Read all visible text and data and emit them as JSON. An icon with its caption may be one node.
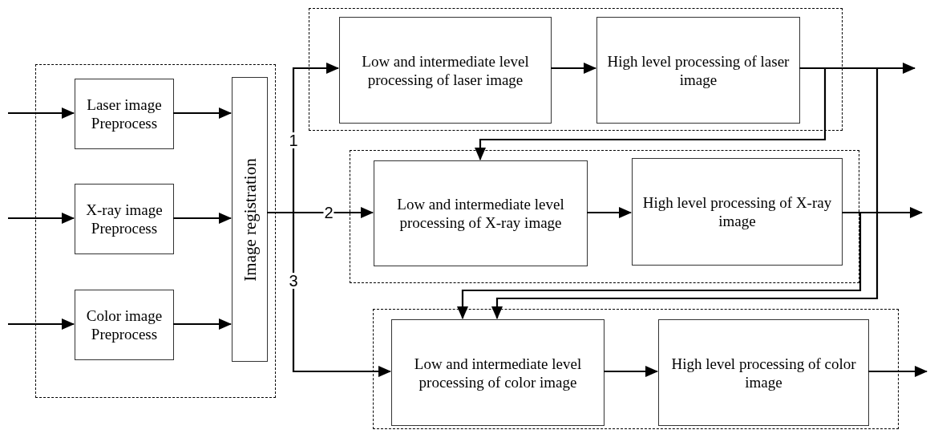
{
  "diagram": {
    "nodes": [
      {
        "text": [],
        "shape": "box"
      },
      {
        "text": [
          "Laser image Preprocess"
        ],
        "in": 0
      },
      {
        "text": [
          "X-ray image Preprocess"
        ],
        "in": 0
      },
      {
        "text": [
          "Color image Preprocess"
        ],
        "in": 0
      },
      {
        "text": [
          "Image registration"
        ],
        "in": 0
      },
      {
        "text": [],
        "shape": "box"
      },
      {
        "text": [
          "Low and intermediate level processing of laser image"
        ],
        "in": 5
      },
      {
        "text": [
          "High level processing of laser image"
        ],
        "in": 5
      },
      {
        "text": [],
        "shape": "box"
      },
      {
        "text": [
          "Low and intermediate level processing of X-ray image"
        ],
        "in": 8
      },
      {
        "text": [
          "High level processing of X-ray image"
        ],
        "in": 8
      },
      {
        "text": [],
        "shape": "box"
      },
      {
        "text": [
          "Low and intermediate level processing of color image"
        ],
        "in": 11
      },
      {
        "text": [
          "High level processing of color image"
        ],
        "in": 11
      }
    ],
    "edges": [
      {
        "from": null,
        "to": 1,
        "arrow": "to"
      },
      {
        "from": null,
        "to": 2,
        "arrow": "to"
      },
      {
        "from": null,
        "to": 3,
        "arrow": "to"
      },
      {
        "from": 1,
        "to": 4,
        "arrow": "to"
      },
      {
        "from": 2,
        "to": 4,
        "arrow": "to"
      },
      {
        "from": 3,
        "to": 4,
        "arrow": "to"
      },
      {
        "from": 4,
        "to": 6,
        "label": "1",
        "arrow": "to"
      },
      {
        "from": 4,
        "to": 9,
        "label": "2",
        "arrow": "to"
      },
      {
        "from": 4,
        "to": 12,
        "label": "3",
        "arrow": "to"
      },
      {
        "from": 6,
        "to": 7,
        "arrow": "to"
      },
      {
        "from": 9,
        "to": 10,
        "arrow": "to"
      },
      {
        "from": 12,
        "to": 13,
        "arrow": "to"
      },
      {
        "from": 7,
        "to": null,
        "arrow": "to"
      },
      {
        "from": 10,
        "to": null,
        "arrow": "to"
      },
      {
        "from": 13,
        "to": null,
        "arrow": "to"
      },
      {
        "from": 7,
        "to": 9,
        "arrow": "to"
      },
      {
        "from": 7,
        "to": 12,
        "arrow": "to"
      },
      {
        "from": 10,
        "to": 12,
        "arrow": "to"
      }
    ]
  }
}
